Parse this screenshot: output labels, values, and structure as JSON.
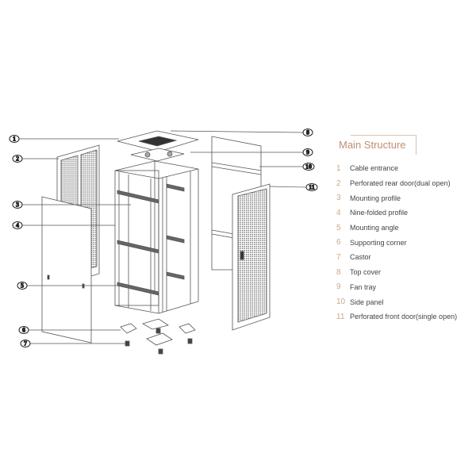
{
  "legend": {
    "title": "Main Structure",
    "items": [
      {
        "num": "1",
        "label": "Cable entrance"
      },
      {
        "num": "2",
        "label": "Perforated rear door(dual open)"
      },
      {
        "num": "3",
        "label": "Mounting profile"
      },
      {
        "num": "4",
        "label": "Nine-folded profile"
      },
      {
        "num": "5",
        "label": "Mounting angle"
      },
      {
        "num": "6",
        "label": "Supporting corner"
      },
      {
        "num": "7",
        "label": "Castor"
      },
      {
        "num": "8",
        "label": "Top cover"
      },
      {
        "num": "9",
        "label": "Fan tray"
      },
      {
        "num": "10",
        "label": "Side panel"
      },
      {
        "num": "11",
        "label": "Perforated front door(single open)"
      }
    ]
  },
  "callouts": [
    "1",
    "2",
    "3",
    "4",
    "5",
    "6",
    "7",
    "8",
    "9",
    "10",
    "11"
  ],
  "colors": {
    "title": "#c08f70",
    "number": "#c9a88a",
    "text": "#444444",
    "line": "#555555"
  }
}
